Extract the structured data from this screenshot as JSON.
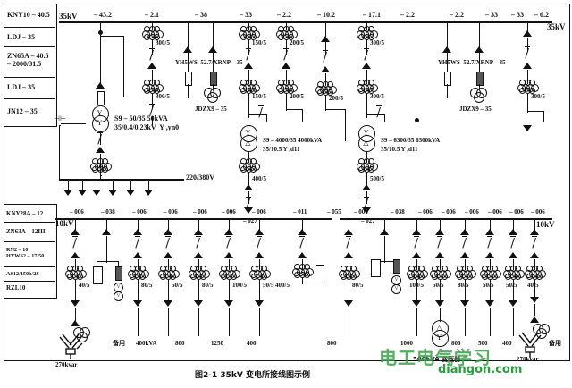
{
  "figure": {
    "caption": "图2-1   35kV 变电所接线图示例",
    "title_35kv": "35kV",
    "title_10kv": "10kV",
    "lv_bus_label": "220/380V"
  },
  "equipment_list_hv": [
    {
      "label": "KNY10 – 40.5"
    },
    {
      "label": "LDJ – 35"
    },
    {
      "label": "ZN65A – 40.5\n– 2000/31.5"
    },
    {
      "label": "LDJ – 35"
    },
    {
      "label": "JN12 – 35"
    }
  ],
  "equipment_list_lv": [
    {
      "label": "KNY28A – 12"
    },
    {
      "label": "ZN63A – 12III"
    },
    {
      "label": "RN2 – 10\nHYWS2 – 17/50"
    },
    {
      "label": "AS12/150b/2S"
    },
    {
      "label": "RZL10"
    }
  ],
  "bus_35kv": {
    "name": "35kV",
    "circuit_numbers": [
      "– 43.2",
      "– 2.1",
      "– 38",
      "– 33",
      "– 2.2",
      "– 10.2",
      "– 17.1",
      "– 2.2",
      "– 2.2",
      "– 33",
      "– 33",
      "– 6.2"
    ]
  },
  "bus_10kv": {
    "name": "10kV",
    "circuit_numbers": [
      "– 006",
      "– 038",
      "– 006",
      "– 006",
      "– 006",
      "– 006",
      "– 006",
      "– 011",
      "– 055",
      "– 006",
      "– 038",
      "– 006",
      "– 006",
      "– 006",
      "– 006",
      "– 006",
      "– 006",
      "– 006"
    ],
    "incomer_numbers": [
      "– 027",
      "– 027"
    ]
  },
  "ct_ratios_35kv": [
    "300/5",
    "300/5",
    "150/5",
    "150/5",
    "200/5",
    "200/5",
    "200/5",
    "300/5",
    "300/5",
    "300/5"
  ],
  "ct_ratios_tx_lv": [
    "400/5",
    "500/5"
  ],
  "ct_ratios_10kv": [
    "40/5",
    "80/5",
    "50/5",
    "80/5",
    "100/5",
    "50/5",
    "400/5",
    "80/5",
    "100/5",
    "50/5",
    "80/5",
    "50/5",
    "50/5",
    "40/5",
    "50/5"
  ],
  "devices": {
    "station_transformer": "S9 – 50/35 50kVA\n35/0.4/0.23kV  Y ,yn0",
    "main_transformer_1": "S9 – 4000/35 4000kVA\n35/10.5 Y ,d11",
    "main_transformer_2": "S9 – 6300/35 6300kVA\n35/10.5 Y ,d11",
    "arrester_left": "YH5WS–52.7/XRNP – 35",
    "arrester_right": "YH5WS–52.7/XRNP – 35",
    "vt_left": "JDZX9 – 35",
    "vt_right": "JDZX9 – 35",
    "lv_transformer_note": "500kVA  变压器",
    "capacitor_left": "270kvar",
    "capacitor_right": "270kvar"
  },
  "feeder_loads_left": [
    "备用",
    "400kVA",
    "800",
    "1250",
    "400",
    "800"
  ],
  "feeder_loads_right": [
    "1000",
    "800",
    "500",
    "400",
    "备用"
  ],
  "meters": {
    "v1": "V",
    "v2": "V",
    "v3": "V",
    "v4": "V"
  },
  "watermark": {
    "main": "电工电气学习",
    "url": "diangon.com"
  }
}
